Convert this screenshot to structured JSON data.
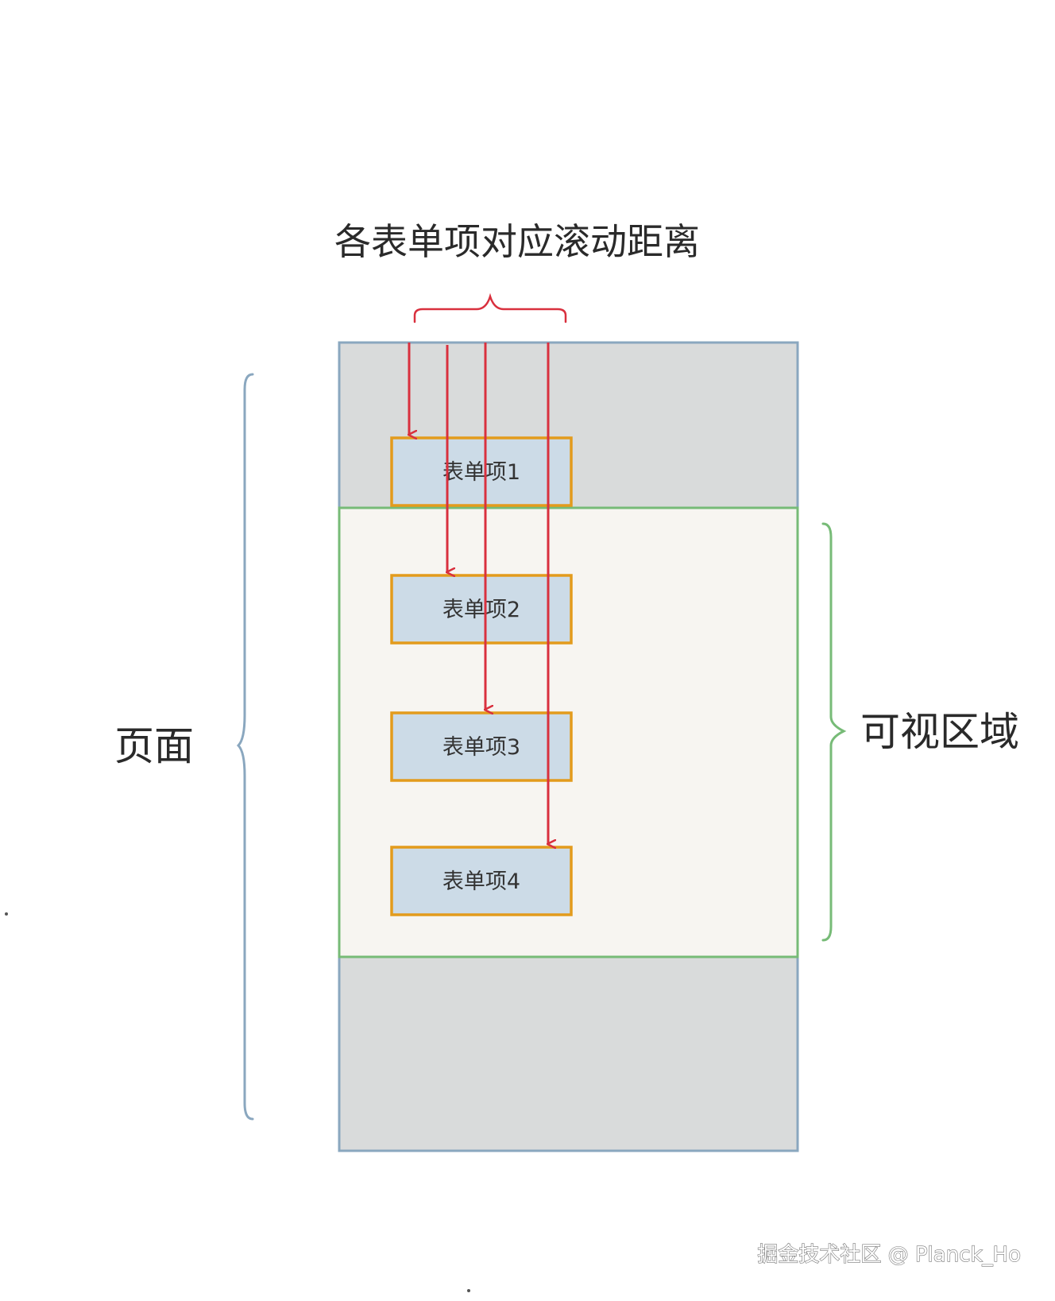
{
  "title": "各表单项对应滚动距离",
  "page_label": "页面",
  "viewport_label": "可视区域",
  "items": [
    {
      "label": "表单项1"
    },
    {
      "label": "表单项2"
    },
    {
      "label": "表单项3"
    },
    {
      "label": "表单项4"
    }
  ],
  "watermark": "掘金技术社区 @ Planck_Ho",
  "colors": {
    "page_fill": "#d9dbdb",
    "page_border": "#8aa7bf",
    "viewport_fill": "#f7f5f1",
    "viewport_border": "#77bb77",
    "item_fill": "#ccdbe7",
    "item_border": "#e39b1c",
    "arrow": "#d9303e",
    "page_brace": "#8aa7bf",
    "viewport_brace": "#77bb77"
  }
}
